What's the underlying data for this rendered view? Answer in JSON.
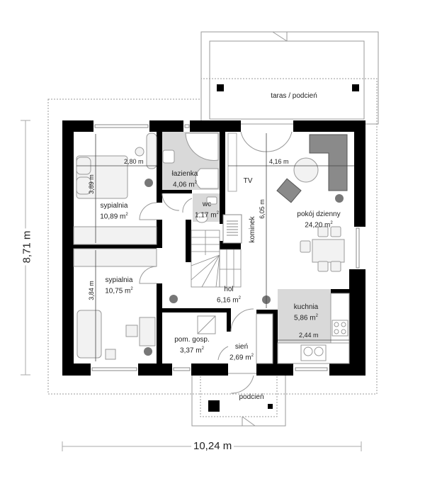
{
  "plan": {
    "type": "floor plan (ground floor)",
    "overall_dimensions": {
      "width": "10,24 m",
      "depth": "8,71 m"
    },
    "rooms": [
      {
        "id": "sypialnia1",
        "name": "sypialnia",
        "area": "10,89 m",
        "dims": [
          "2,80 m",
          "3,89 m"
        ]
      },
      {
        "id": "lazienka",
        "name": "łazienka",
        "area": "4,06 m"
      },
      {
        "id": "wc",
        "name": "wc",
        "area": "1,17 m"
      },
      {
        "id": "sypialnia2",
        "name": "sypialnia",
        "area": "10,75 m",
        "dims": [
          "3,84 m"
        ]
      },
      {
        "id": "hol",
        "name": "hol",
        "area": "6,16 m"
      },
      {
        "id": "pom_gosp",
        "name": "pom. gosp.",
        "area": "3,37 m"
      },
      {
        "id": "sien",
        "name": "sień",
        "area": "2,69 m"
      },
      {
        "id": "pokoj_dzienny",
        "name": "pokój dzienny",
        "area": "24,20 m",
        "dims": [
          "4,16 m",
          "6,05 m"
        ]
      },
      {
        "id": "kuchnia",
        "name": "kuchnia",
        "area": "5,86 m",
        "dims": [
          "2,44 m"
        ]
      }
    ],
    "outdoor": [
      {
        "id": "taras",
        "name": "taras / podcień"
      },
      {
        "id": "podcien",
        "name": "podcień"
      }
    ],
    "annotations": {
      "tv": "TV",
      "kominek": "kominek",
      "sup": "2"
    },
    "colors": {
      "wall": "#000000",
      "wet_floor": "#d9d9d9",
      "furniture_dark": "#8a8a8a",
      "lines": "#9a9a9a",
      "dims": "#555555"
    }
  }
}
